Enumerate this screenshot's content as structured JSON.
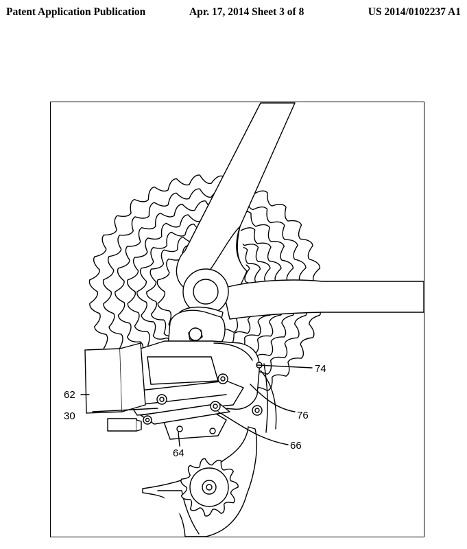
{
  "header": {
    "left": "Patent Application Publication",
    "date_sheet": "Apr. 17, 2014  Sheet 3 of 8",
    "number": "US 2014/0102237 A1"
  },
  "figure": {
    "reference_numerals": {
      "r74": "74",
      "r62": "62",
      "r76": "76",
      "r30": "30",
      "r66": "66",
      "r64": "64"
    }
  }
}
